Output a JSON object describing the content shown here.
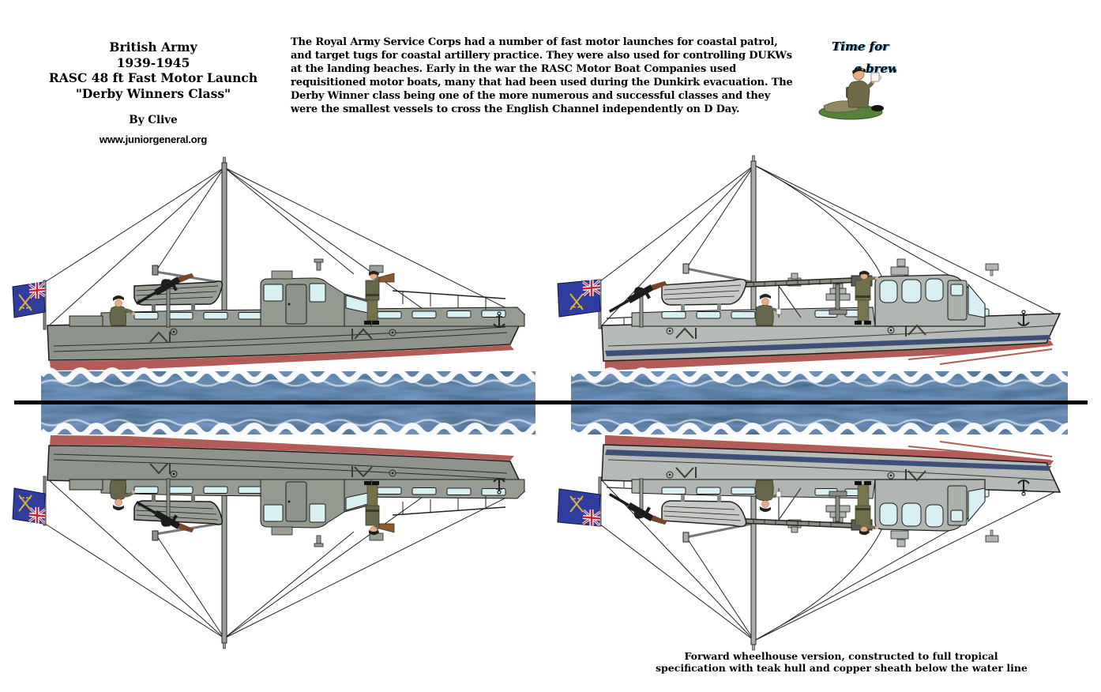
{
  "header": {
    "title_lines": [
      "British Army",
      "1939-1945",
      "RASC 48 ft Fast Motor Launch",
      "\"Derby Winners Class\""
    ],
    "byline": "By Clive",
    "website": "www.juniorgeneral.org",
    "description_lines": [
      "The Royal Army Service Corps had a number of fast motor launches for coastal patrol,",
      "and target tugs for coastal artillery practice. They were also used for controlling DUKWs",
      "at the landing beaches. Early in the war the RASC Motor Boat Companies used",
      "requisitioned motor boats, many that had been used during the Dunkirk evacuation. The",
      "Derby Winner class being one of the more numerous and successful classes and they",
      "were the smallest vessels to cross the English Channel independently on D Day."
    ]
  },
  "brew": {
    "caption_line1": "Time for",
    "caption_line2": "a brew"
  },
  "footer": {
    "caption_line1": "Forward wheelhouse version, constructed to full tropical",
    "caption_line2": "specification with teak hull and copper sheath below the water line"
  },
  "icons": {
    "flag": "rasc-blue-ensign-flag",
    "machine_gun": "bren-gun-icon",
    "dinghy": "clinker-dinghy-icon",
    "brew_cartoon": "soldier-drinking-tea-icon",
    "water": "sea-water-strip",
    "fold_line": "waterline-fold-line"
  },
  "colors": {
    "left_hull_grey": "#8e938b",
    "right_hull_grey": "#b7bbb7",
    "antifouling_red": "#b25c57",
    "waterline_stripe_blue": "#3e4f78",
    "sea_blue": "#1f3f66",
    "ensign_blue": "#2e3d9e",
    "sword_gold": "#ddb33c",
    "uniform_khaki": "#66664a",
    "grass_green": "#55813a",
    "window_glass": "#d9f0f3"
  }
}
